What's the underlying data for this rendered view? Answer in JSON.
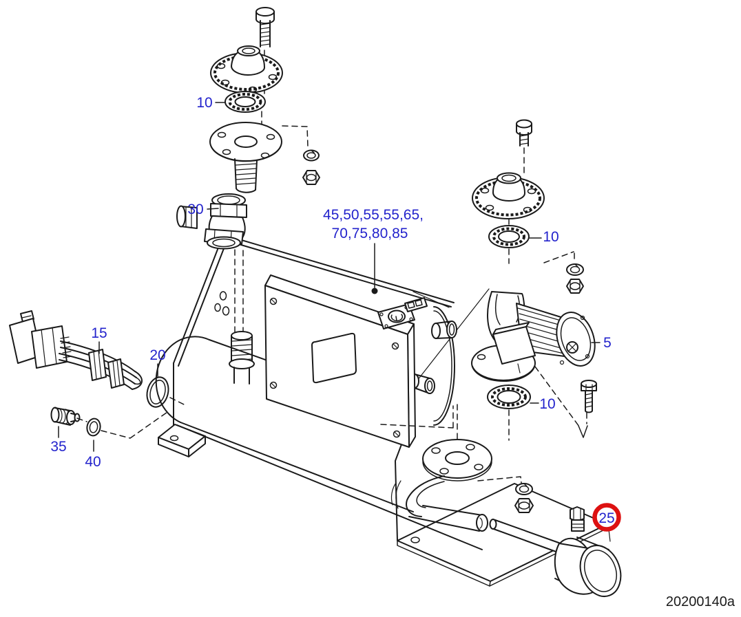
{
  "diagram": {
    "type": "exploded-parts-diagram",
    "drawing_number": "20200140a",
    "colors": {
      "bg": "#ffffff",
      "line": "#1a1a1a",
      "label": "#2323cc",
      "highlight": "#dd1111"
    },
    "callouts": {
      "flange_gasket_top_left": "10",
      "pump_gasket_top": "10",
      "pump_gasket_bottom": "10",
      "tee_fitting": "30",
      "heating_element": "15",
      "o_ring": "20",
      "plug": "35",
      "washer": "40",
      "circulation_pump": "5",
      "temperature_sensor": "25",
      "unit_group_line1": "45,50,55,55,65,",
      "unit_group_line2": "70,75,80,85"
    },
    "highlighted_item": "25"
  }
}
